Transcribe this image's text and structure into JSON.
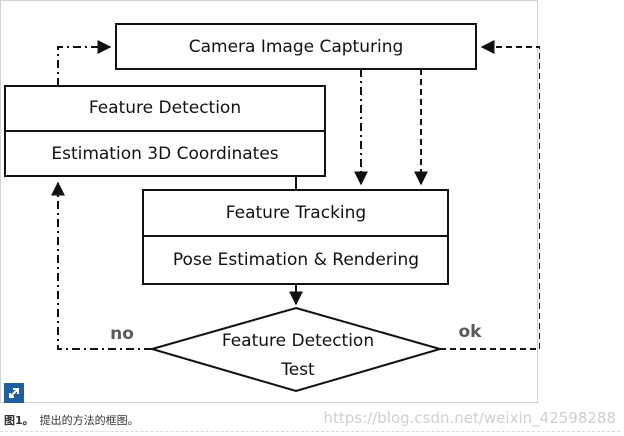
{
  "diagram": {
    "nodes": {
      "camera": "Camera Image Capturing",
      "feature_detection": "Feature Detection",
      "estimation_3d": "Estimation 3D Coordinates",
      "feature_tracking": "Feature Tracking",
      "pose_estimation": "Pose Estimation & Rendering",
      "test_line1": "Feature Detection",
      "test_line2": "Test"
    },
    "edge_labels": {
      "no": "no",
      "ok": "ok"
    }
  },
  "caption": {
    "label": "图1。",
    "text": "提出的方法的框图。"
  },
  "watermark": "https://blog.csdn.net/weixin_42598288",
  "icons": {
    "expand": "expand-arrow-icon"
  }
}
